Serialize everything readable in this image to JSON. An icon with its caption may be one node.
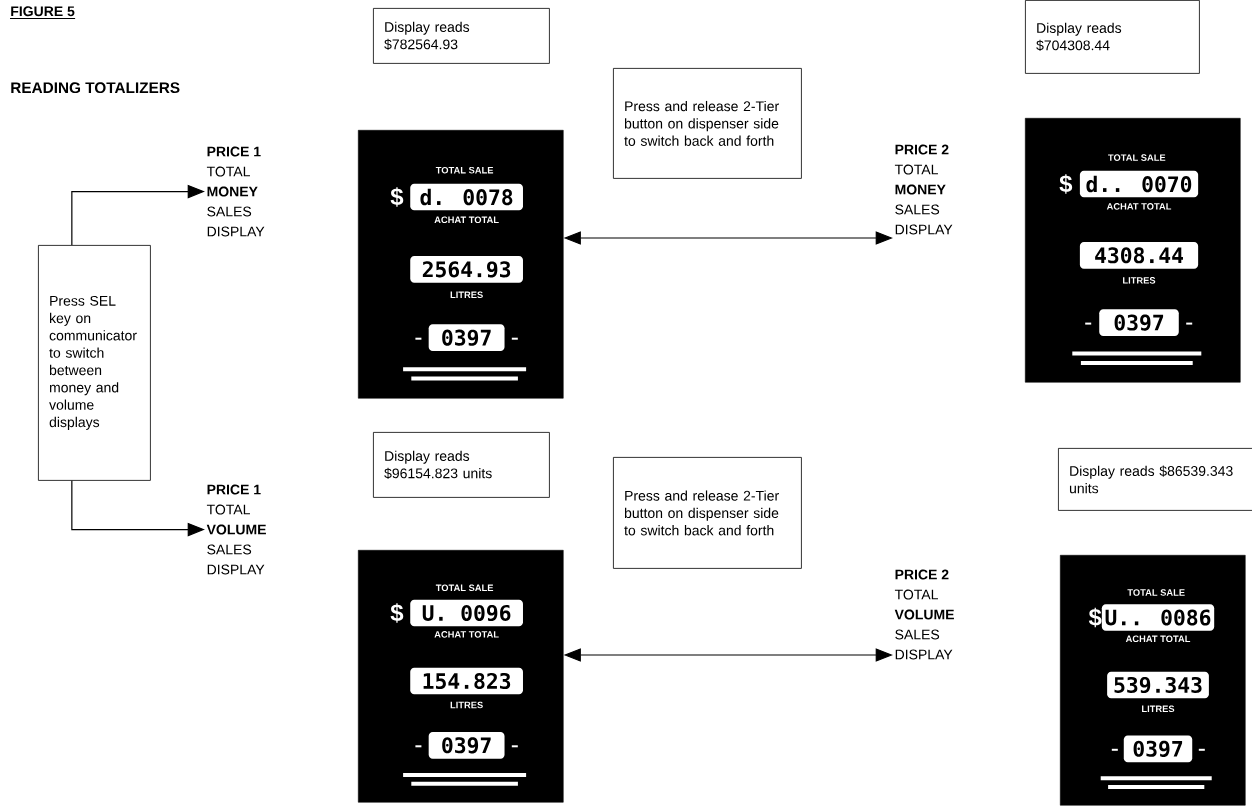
{
  "diagram": {
    "title": "READING TOTALIZERS",
    "caption": "FIGURE 5",
    "nodes": [
      {
        "text": [
          "Press SEL key on communicator to switch between money and volume displays"
        ]
      },
      {
        "text": [
          "Display reads $782564.93"
        ]
      },
      {
        "text": [
          "PRICE 1",
          "TOTAL",
          "MONEY",
          "SALES",
          "DISPLAY"
        ]
      },
      {
        "text": [
          "TOTAL SALE",
          "$",
          "d. 0078",
          "ACHAT TOTAL",
          "2564.93",
          "LITRES",
          "0397"
        ]
      },
      {
        "text": [
          "Press and release 2-Tier button on dispenser side to switch back and forth"
        ]
      },
      {
        "text": [
          "Display reads $704308.44"
        ]
      },
      {
        "text": [
          "PRICE 2",
          "TOTAL",
          "MONEY",
          "SALES",
          "DISPLAY"
        ]
      },
      {
        "text": [
          "TOTAL SALE",
          "$",
          "d.. 0070",
          "ACHAT TOTAL",
          "4308.44",
          "LITRES",
          "0397"
        ]
      },
      {
        "text": [
          "Display reads $96154.823 units"
        ]
      },
      {
        "text": [
          "PRICE 1",
          "TOTAL",
          "VOLUME",
          "SALES",
          "DISPLAY"
        ]
      },
      {
        "text": [
          "TOTAL SALE",
          "$",
          "U. 0096",
          "ACHAT TOTAL",
          "154.823",
          "LITRES",
          "0397"
        ]
      },
      {
        "text": [
          "Press and release 2-Tier button on dispenser side to switch back and forth"
        ]
      },
      {
        "text": [
          "Display reads $86539.343 units"
        ]
      },
      {
        "text": [
          "PRICE 2",
          "TOTAL",
          "VOLUME",
          "SALES",
          "DISPLAY"
        ]
      },
      {
        "text": [
          "TOTAL SALE",
          "$",
          "U.. 0086",
          "ACHAT TOTAL",
          "539.343",
          "LITRES",
          "0397"
        ]
      }
    ],
    "edges": [
      {
        "from": 0,
        "to": 2,
        "arrow": "to"
      },
      {
        "from": 0,
        "to": 9,
        "arrow": "to"
      },
      {
        "from": 3,
        "to": 6,
        "arrow": "both"
      },
      {
        "from": 10,
        "to": 13,
        "arrow": "both"
      }
    ]
  }
}
